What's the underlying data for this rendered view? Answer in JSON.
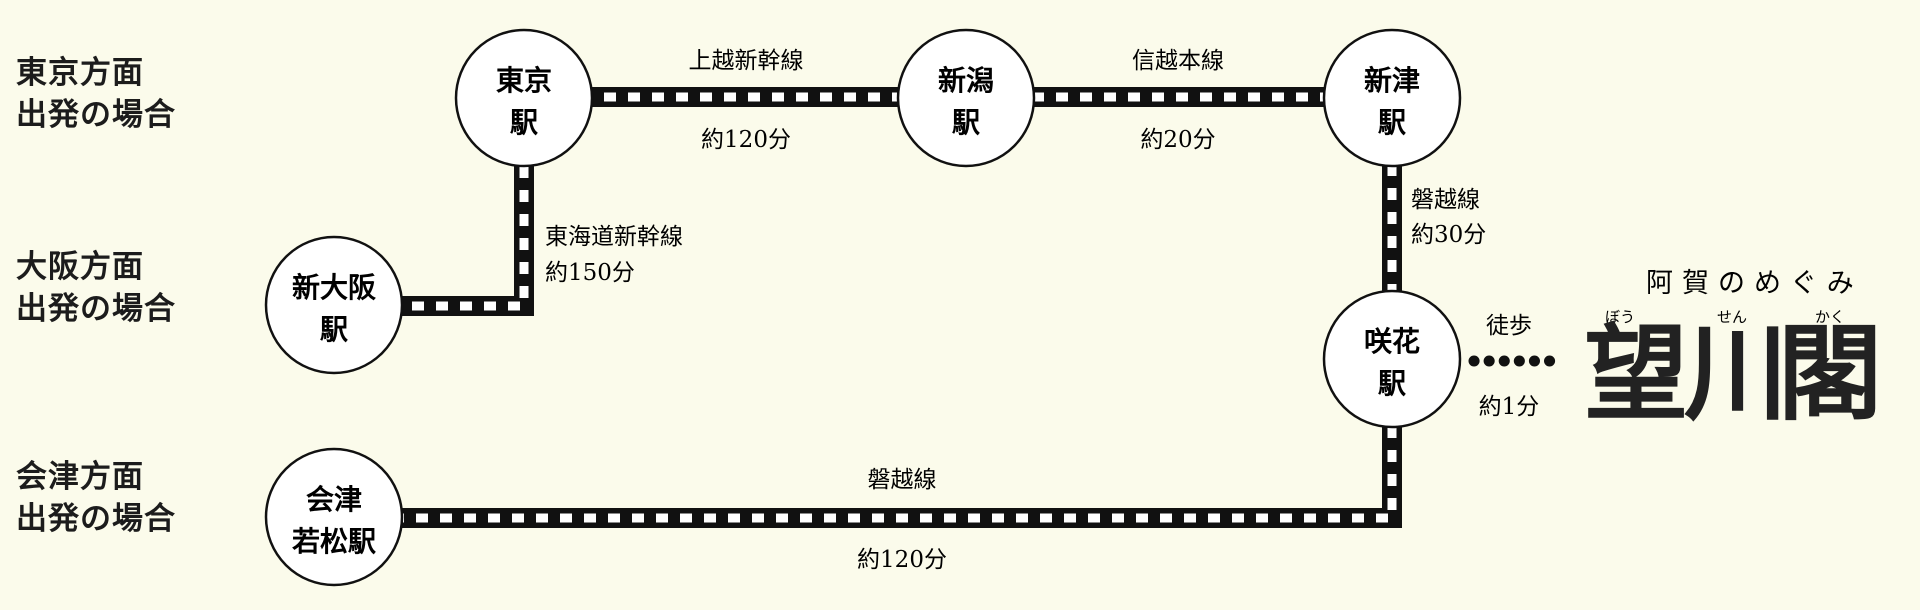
{
  "origins": [
    {
      "line1": "東京方面",
      "line2": "出発の場合"
    },
    {
      "line1": "大阪方面",
      "line2": "出発の場合"
    },
    {
      "line1": "会津方面",
      "line2": "出発の場合"
    }
  ],
  "stations": {
    "tokyo": {
      "line1": "東京",
      "line2": "駅"
    },
    "niigata": {
      "line1": "新潟",
      "line2": "駅"
    },
    "niitsu": {
      "line1": "新津",
      "line2": "駅"
    },
    "shin_osaka": {
      "line1": "新大阪",
      "line2": "駅"
    },
    "sakihana": {
      "line1": "咲花",
      "line2": "駅"
    },
    "aizu": {
      "line1": "会津",
      "line2": "若松駅"
    }
  },
  "routes": {
    "joetsu": {
      "name": "上越新幹線",
      "time": "約120分"
    },
    "shinetsu": {
      "name": "信越本線",
      "time": "約20分"
    },
    "banetsu_1": {
      "name": "磐越線",
      "time": "約30分"
    },
    "tokaido": {
      "name": "東海道新幹線",
      "time": "約150分"
    },
    "banetsu_2": {
      "name": "磐越線",
      "time": "約120分"
    },
    "walk": {
      "name": "徒歩",
      "time": "約1分"
    }
  },
  "brand": {
    "tagline": "阿賀のめぐみ",
    "chars": [
      "望",
      "川",
      "閣"
    ],
    "ruby": [
      "ぼう",
      "せん",
      "かく"
    ]
  },
  "colors": {
    "background": "#fbfbeb",
    "track": "#111111",
    "station_fill": "#ffffff"
  }
}
